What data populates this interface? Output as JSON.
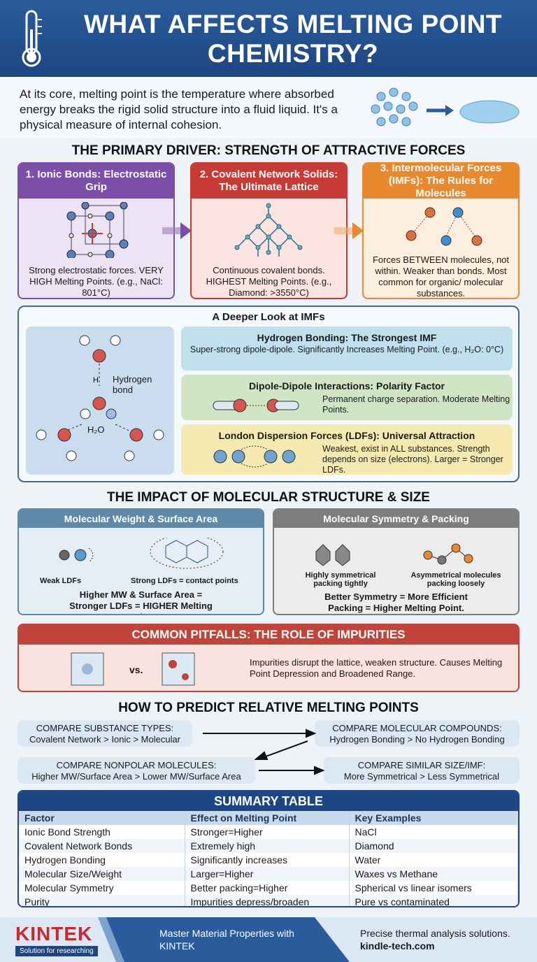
{
  "header": {
    "title": "WHAT AFFECTS MELTING POINT CHEMISTRY?",
    "icon": "thermometer-icon"
  },
  "intro": {
    "text": "At its core, melting point is the temperature where absorbed energy breaks the rigid solid structure into a fluid liquid. It's a physical measure of internal cohesion."
  },
  "primary": {
    "heading": "THE PRIMARY DRIVER: STRENGTH OF ATTRACTIVE FORCES",
    "cards": [
      {
        "title": "1. Ionic Bonds: Electrostatic Grip",
        "body": "Strong electrostatic forces. VERY HIGH Melting Points. (e.g., NaCl: 801°C)",
        "color": "#7b4fa8"
      },
      {
        "title": "2. Covalent Network Solids: The Ultimate Lattice",
        "body": "Continuous covalent bonds. HIGHEST Melting Points. (e.g., Diamond: >3550°C)",
        "color": "#c83b34"
      },
      {
        "title": "3. Intermolecular Forces (IMFs): The Rules for Molecules",
        "body": "Forces BETWEEN molecules, not within. Weaker than bonds. Most common for organic/ molecular substances.",
        "color": "#e8892e"
      }
    ]
  },
  "imf": {
    "title": "A Deeper Look at IMFs",
    "diagram_label": "Hydrogen bond",
    "diagram_formula": "H₂O",
    "items": [
      {
        "title": "Hydrogen Bonding: The Strongest IMF",
        "body": "Super-strong dipole-dipole. Significantly Increases Melting Point. (e.g., H₂O: 0°C)"
      },
      {
        "title": "Dipole-Dipole Interactions: Polarity Factor",
        "body": "Permanent charge separation. Moderate Melting Points."
      },
      {
        "title": "London Dispersion Forces (LDFs): Universal Attraction",
        "body": "Weakest, exist in ALL substances. Strength depends on size (electrons). Larger = Stronger LDFs."
      }
    ]
  },
  "structure": {
    "heading": "THE IMPACT OF MOLECULAR STRUCTURE & SIZE",
    "cards": [
      {
        "title": "Molecular Weight & Surface Area",
        "label_a": "Weak LDFs",
        "label_b": "Strong LDFs = contact points",
        "summary": "Higher MW & Surface Area = Stronger LDFs = HIGHER Melting Point."
      },
      {
        "title": "Molecular Symmetry & Packing",
        "label_a": "Highly symmetrical packing tightly",
        "label_b": "Asymmetrical molecules packing loosely",
        "summary": "Better Symmetry = More Efficient Packing = Higher Melting Point."
      }
    ]
  },
  "pitfalls": {
    "title": "COMMON PITFALLS: THE ROLE OF IMPURITIES",
    "vs": "vs.",
    "text": "Impurities disrupt the lattice, weaken structure. Causes Melting Point Depression and Broadened Range."
  },
  "predict": {
    "heading": "HOW TO PREDICT RELATIVE MELTING POINTS",
    "steps": [
      {
        "title": "COMPARE SUBSTANCE TYPES:",
        "rule": "Covalent Network > Ionic > Molecular"
      },
      {
        "title": "COMPARE MOLECULAR COMPOUNDS:",
        "rule": "Hydrogen Bonding > No Hydrogen Bonding"
      },
      {
        "title": "COMPARE NONPOLAR MOLECULES:",
        "rule": "Higher MW/Surface Area > Lower MW/Surface Area"
      },
      {
        "title": "COMPARE SIMILAR SIZE/IMF:",
        "rule": "More Symmetrical > Less Symmetrical"
      }
    ]
  },
  "summary": {
    "title": "SUMMARY TABLE",
    "columns": [
      "Factor",
      "Effect on Melting Point",
      "Key Examples"
    ],
    "rows": [
      [
        "Ionic Bond Strength",
        "Stronger=Higher",
        "NaCl"
      ],
      [
        "Covalent Network Bonds",
        "Extremely high",
        "Diamond"
      ],
      [
        "Hydrogen Bonding",
        "Significantly increases",
        "Water"
      ],
      [
        "Molecular Size/Weight",
        "Larger=Higher",
        "Waxes vs Methane"
      ],
      [
        "Molecular Symmetry",
        "Better packing=Higher",
        "Spherical vs linear isomers"
      ],
      [
        "Purity",
        "Impurities depress/broaden",
        "Pure vs contaminated"
      ]
    ]
  },
  "footer": {
    "brand": "KINTEK",
    "tagline": "Solution for researching",
    "middle": "Master Material Properties with KINTEK",
    "right_line1": "Precise thermal analysis solutions.",
    "right_line2": "kindle-tech.com"
  }
}
